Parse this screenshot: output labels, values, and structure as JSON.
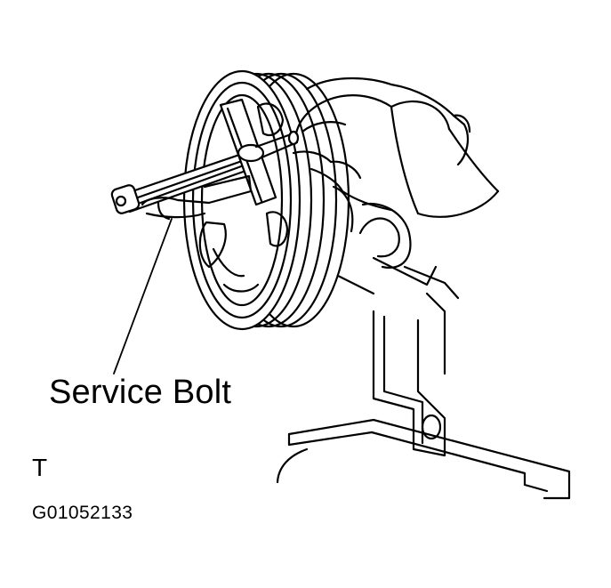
{
  "figure": {
    "callout_label": "Service Bolt",
    "corner_mark": "T",
    "figure_id": "G01052133"
  },
  "colors": {
    "ink": "#000000",
    "paper": "#ffffff"
  }
}
